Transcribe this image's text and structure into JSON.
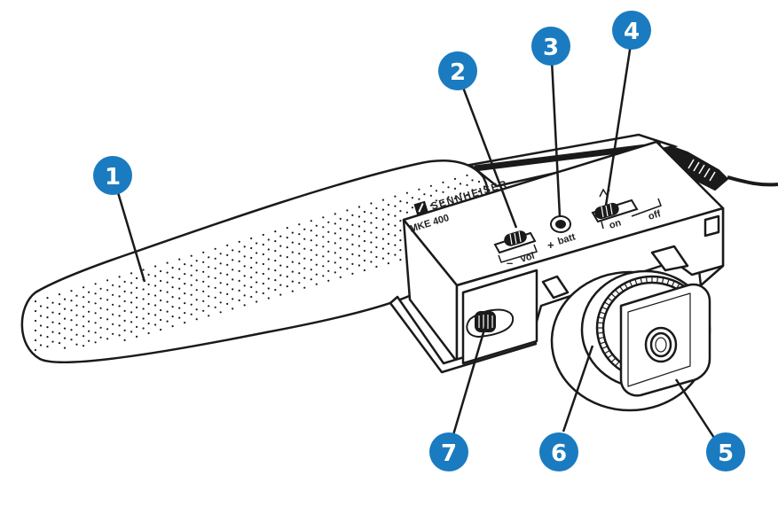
{
  "device": {
    "brand": "SENNHEISER",
    "model": "MKE 400",
    "vol_minus": "–",
    "vol_label": "vol",
    "vol_plus": "+",
    "batt_label": "batt",
    "on_label": "on",
    "off_label": "off"
  },
  "callouts": [
    "1",
    "2",
    "3",
    "4",
    "5",
    "6",
    "7"
  ],
  "colors": {
    "callout_fill": "#1a7bc0",
    "line": "#1a1a1a"
  }
}
